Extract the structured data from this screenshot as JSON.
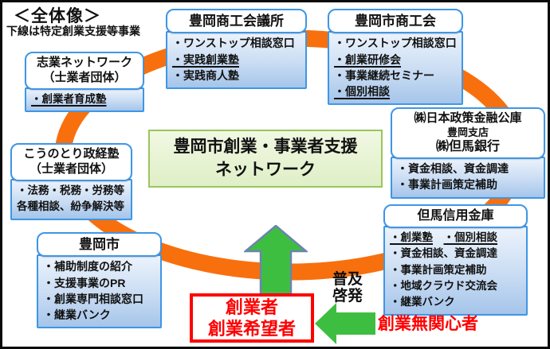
{
  "legend": {
    "title": "＜全体像＞",
    "note": "下線は特定創業支援等事業"
  },
  "center_box": {
    "line1": "豊岡市創業・事業者支援",
    "line2": "ネットワーク"
  },
  "orgs": [
    {
      "key": "toyooka-cci",
      "header_lines": [
        "豊岡商工会議所"
      ],
      "items": [
        [
          {
            "text": "・ワンストップ相談窓口",
            "underline": false
          }
        ],
        [
          {
            "text": "・実践創業塾",
            "underline": true
          }
        ],
        [
          {
            "text": "・実践商人塾",
            "underline": false
          }
        ]
      ]
    },
    {
      "key": "toyooka-sci",
      "header_lines": [
        "豊岡市商工会"
      ],
      "items": [
        [
          {
            "text": "・ワンストップ相談窓口",
            "underline": false
          }
        ],
        [
          {
            "text": "・創業研修会",
            "underline": true
          }
        ],
        [
          {
            "text": "・事業継続セミナー",
            "underline": false
          }
        ],
        [
          {
            "text": "・個別相談",
            "underline": true
          }
        ]
      ]
    },
    {
      "key": "shigyou-network",
      "header_lines": [
        "志業ネットワーク",
        "（士業者団体）"
      ],
      "items": [
        [
          {
            "text": "・創業者育成塾",
            "underline": true
          }
        ]
      ]
    },
    {
      "key": "jfc-toyooka-tajima-bank",
      "header_lines": [
        "㈱日本政策金融公庫",
        "豊岡支店",
        "㈱但馬銀行"
      ],
      "items": [
        [
          {
            "text": "・資金相談、資金調達",
            "underline": false
          }
        ],
        [
          {
            "text": "・事業計画策定補助",
            "underline": false
          }
        ]
      ]
    },
    {
      "key": "tajima-shinkin",
      "header_lines": [
        "但馬信用金庫"
      ],
      "items": [
        [
          {
            "text": "・創業塾",
            "underline": true
          },
          {
            "text": "　",
            "underline": false
          },
          {
            "text": "・個別相談",
            "underline": true
          }
        ],
        [
          {
            "text": "・資金相談、資金調達",
            "underline": false
          }
        ],
        [
          {
            "text": "・事業計画策定補助",
            "underline": false
          }
        ],
        [
          {
            "text": "・地域クラウド交流会",
            "underline": false
          }
        ],
        [
          {
            "text": "・継業バンク",
            "underline": false
          }
        ]
      ]
    },
    {
      "key": "kounotori-seikeijuku",
      "header_lines": [
        "こうのとり政経塾",
        "（士業者団体）"
      ],
      "items": [
        [
          {
            "text": "・法務・税務・労務等各種相談、紛争解決等",
            "underline": false
          }
        ]
      ]
    },
    {
      "key": "toyooka-city",
      "header_lines": [
        "豊岡市"
      ],
      "items": [
        [
          {
            "text": "・補助制度の紹介",
            "underline": false
          }
        ],
        [
          {
            "text": "・支援事業のPR",
            "underline": false
          }
        ],
        [
          {
            "text": "・創業専門相談窓口",
            "underline": false
          }
        ],
        [
          {
            "text": "・継業バンク",
            "underline": false
          }
        ]
      ]
    }
  ],
  "bottom": {
    "target_line1": "創業者",
    "target_line2": "創業希望者",
    "outreach_line1": "普及",
    "outreach_line2": "啓発",
    "uninterested_label": "創業無関心者"
  },
  "colors": {
    "ring_orange": "#F7700D",
    "box_border_blue": "#3E96E6",
    "panel_blue_top": "#ECF3FC",
    "panel_blue_bottom": "#A5C5EA",
    "center_green_border": "#9CC45E",
    "center_green_fill": "#E8F4D4",
    "arrow_green": "#3EBE41",
    "arrow_outline_blue": "#6B84AE",
    "alert_red": "#FE0000"
  }
}
